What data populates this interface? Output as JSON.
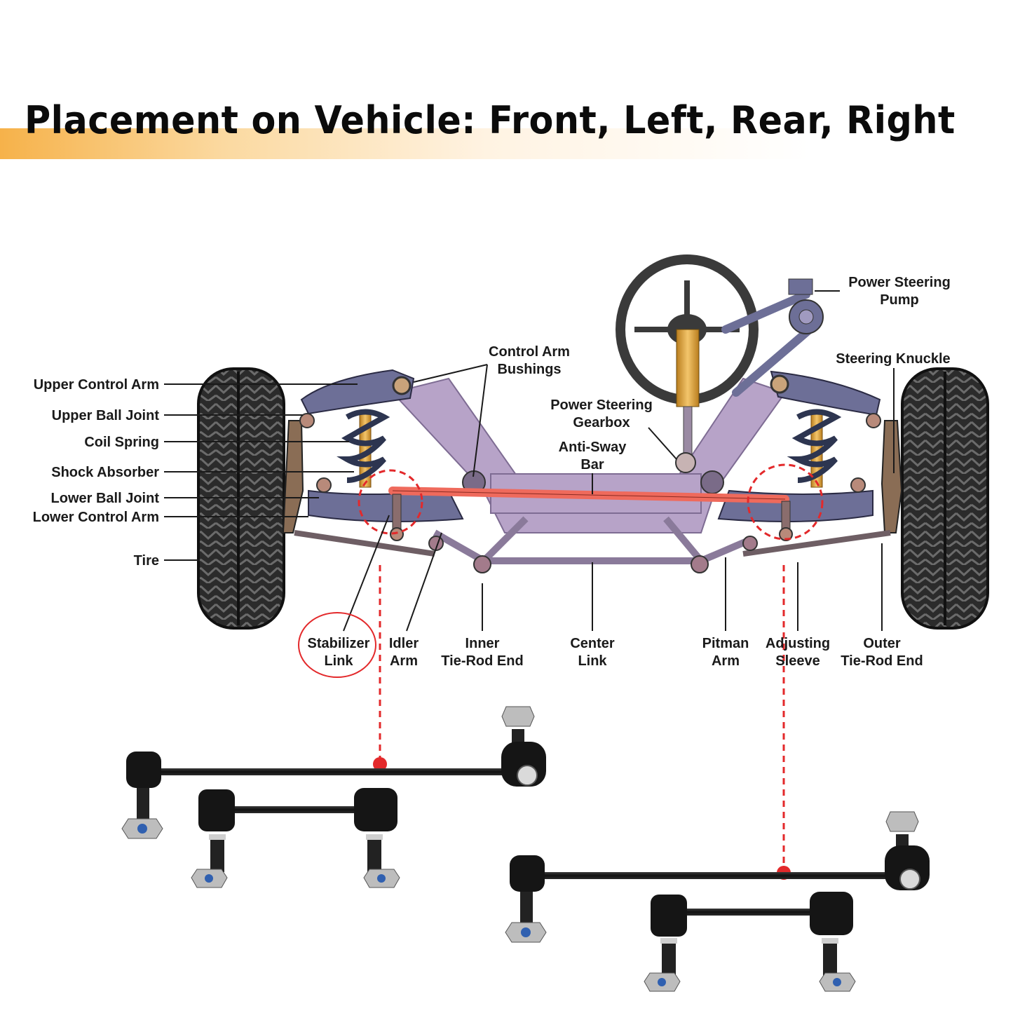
{
  "title": "Placement on Vehicle: Front, Left, Rear, Right",
  "labels": {
    "upper_control_arm": "Upper Control Arm",
    "upper_ball_joint": "Upper Ball Joint",
    "coil_spring": "Coil Spring",
    "shock_absorber": "Shock Absorber",
    "lower_ball_joint": "Lower Ball Joint",
    "lower_control_arm": "Lower Control Arm",
    "tire": "Tire",
    "control_arm_bushings": [
      "Control Arm",
      "Bushings"
    ],
    "power_steering_gearbox": [
      "Power Steering",
      "Gearbox"
    ],
    "anti_sway_bar": [
      "Anti-Sway",
      "Bar"
    ],
    "power_steering_pump": [
      "Power Steering",
      "Pump"
    ],
    "steering_knuckle": "Steering Knuckle",
    "stabilizer_link": [
      "Stabilizer",
      "Link"
    ],
    "idler_arm": [
      "Idler",
      "Arm"
    ],
    "inner_tie_rod_end": [
      "Inner",
      "Tie-Rod End"
    ],
    "center_link": [
      "Center",
      "Link"
    ],
    "pitman_arm": [
      "Pitman",
      "Arm"
    ],
    "adjusting_sleeve": [
      "Adjusting",
      "Sleeve"
    ],
    "outer_tie_rod_end": [
      "Outer",
      "Tie-Rod End"
    ]
  },
  "colors": {
    "frame": "#b7a3c8",
    "arm": "#6d6f97",
    "highlight": "#e3292b",
    "sway_bar": "#ef6a5c",
    "steering_column": "#e8a83a",
    "tire": "#2b2b2b",
    "link_parts": "#141414"
  }
}
